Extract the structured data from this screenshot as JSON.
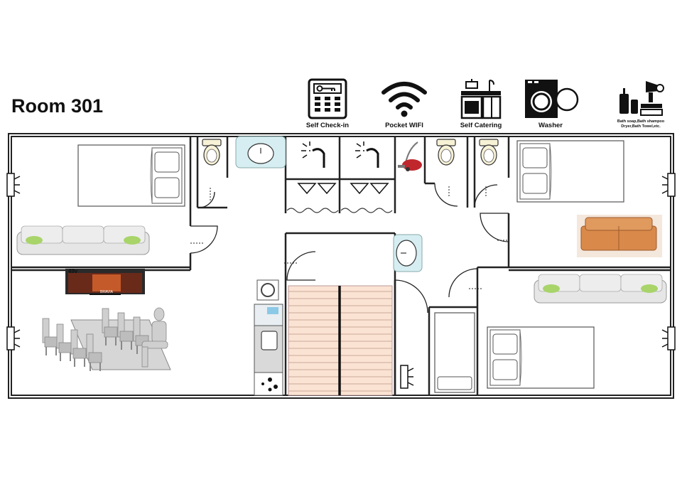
{
  "title": "Room 301",
  "amenities": [
    {
      "label": "Self Check-in",
      "icon": "keypad-icon"
    },
    {
      "label": "Pocket WIFI",
      "icon": "wifi-icon"
    },
    {
      "label": "Self Catering",
      "icon": "kitchen-icon"
    },
    {
      "label": "Washer",
      "icon": "washer-icon"
    },
    {
      "label": "",
      "icon": "toiletries-icon",
      "sublines": [
        "Bath soap,Bath shampoo",
        "Dryer,Bath Towel,etc."
      ]
    }
  ],
  "tv": {
    "size": "49v",
    "brand": "BRAVIA"
  },
  "colors": {
    "wall": "#222222",
    "sofa_white": "#e6e6e6",
    "sofa_orange": "#d9894a",
    "cushion_green": "#a8d46a",
    "stairs": "#fbe3d3",
    "sink_bg": "#d6eef2",
    "toilet": "#f7f1d6",
    "vacuum": "#c0272d"
  }
}
